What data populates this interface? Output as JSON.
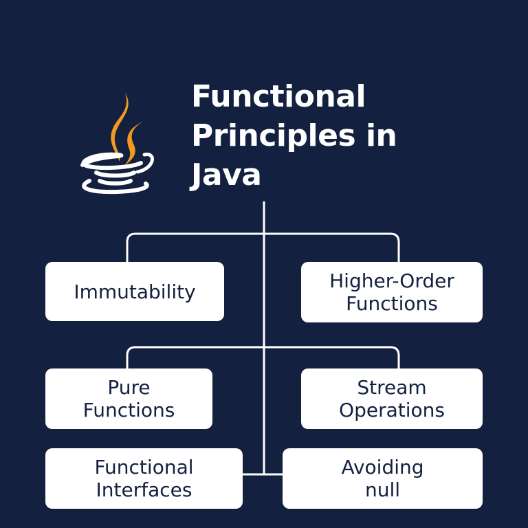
{
  "title": {
    "lines": [
      "Functional",
      "Principles in",
      "Java"
    ]
  },
  "logo": {
    "icon": "java-coffee-cup-icon",
    "steam_color": "#f39a1e",
    "cup_color": "#ffffff"
  },
  "colors": {
    "background": "#13203f",
    "box": "#ffffff",
    "text": "#13203f",
    "connector": "#ffffff"
  },
  "nodes": [
    {
      "id": "immutability",
      "lines": [
        "Immutability"
      ]
    },
    {
      "id": "higher-order-functions",
      "lines": [
        "Higher-Order",
        "Functions"
      ]
    },
    {
      "id": "pure-functions",
      "lines": [
        "Pure",
        "Functions"
      ]
    },
    {
      "id": "stream-operations",
      "lines": [
        "Stream",
        "Operations"
      ]
    },
    {
      "id": "functional-interfaces",
      "lines": [
        "Functional",
        "Interfaces"
      ]
    },
    {
      "id": "avoiding-null",
      "lines": [
        "Avoiding",
        "null"
      ]
    }
  ]
}
